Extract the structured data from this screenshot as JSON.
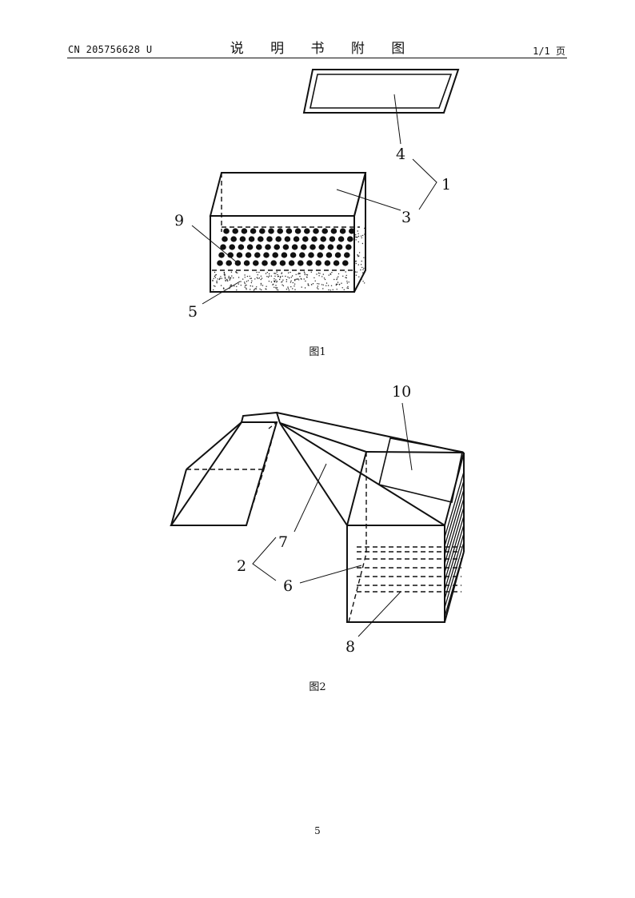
{
  "header": {
    "doc_number": "CN 205756628 U",
    "title": "说 明 书 附 图",
    "page_of": "1/1 页"
  },
  "figure1": {
    "caption": "图1",
    "refs": {
      "r1": "1",
      "r3": "3",
      "r4": "4",
      "r5": "5",
      "r9": "9"
    }
  },
  "figure2": {
    "caption": "图2",
    "refs": {
      "r2": "2",
      "r6": "6",
      "r7": "7",
      "r8": "8",
      "r10": "10"
    }
  },
  "footer": {
    "page_number": "5"
  }
}
